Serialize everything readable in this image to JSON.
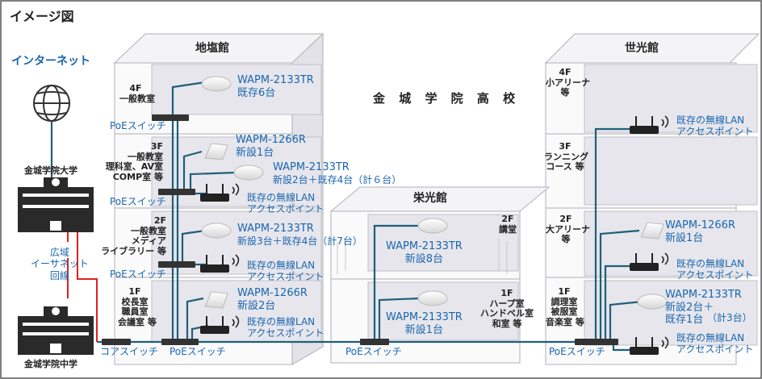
{
  "header": {
    "title": "イメージ図"
  },
  "internet": {
    "label": "インターネット"
  },
  "schools": {
    "university": "金城学院大学",
    "junior": "金城学院中学"
  },
  "wan": {
    "line1": "広域",
    "line2": "イーサネット",
    "line3": "回線"
  },
  "campus_title": "金 城 学 院 高 校",
  "buildings": {
    "chiengan": {
      "name": "地塩館",
      "floors": [
        {
          "id": "4F",
          "lines": [
            "一般教室"
          ]
        },
        {
          "id": "3F",
          "lines": [
            "一般教室",
            "理科室、AV室",
            "COMP室 等"
          ]
        },
        {
          "id": "2F",
          "lines": [
            "一般教室",
            "メディア",
            "ライブラリー 等"
          ]
        },
        {
          "id": "1F",
          "lines": [
            "校長室",
            "職員室",
            "会議室 等"
          ]
        }
      ]
    },
    "eikou": {
      "name": "栄光館",
      "floors": [
        {
          "id": "2F",
          "lines": [
            "講堂"
          ]
        },
        {
          "id": "1F",
          "lines": [
            "ハープ室",
            "ハンドベル室",
            "和室 等"
          ]
        }
      ]
    },
    "seikou": {
      "name": "世光館",
      "floors": [
        {
          "id": "4F",
          "lines": [
            "小アリーナ",
            "等"
          ]
        },
        {
          "id": "3F",
          "lines": [
            "ランニング",
            "コース 等"
          ]
        },
        {
          "id": "2F",
          "lines": [
            "大アリーナ",
            "等"
          ]
        },
        {
          "id": "1F",
          "lines": [
            "調理室",
            "被服室",
            "音楽室 等"
          ]
        }
      ]
    }
  },
  "switches": {
    "poe": "PoEスイッチ",
    "core": "コアスイッチ"
  },
  "devices": {
    "c4_ap": {
      "model": "WAPM-2133TR",
      "note": "既存6台"
    },
    "c3_ap1": {
      "model": "WAPM-1266R",
      "note": "新設1台"
    },
    "c3_ap2": {
      "model": "WAPM-2133TR",
      "note": "新設2台＋既存4台（計６台）"
    },
    "c2_ap": {
      "model": "WAPM-2133TR",
      "note": "新設3台＋既存4台（計7台）"
    },
    "c1_ap": {
      "model": "WAPM-1266R",
      "note": "新設2台"
    },
    "e2_ap": {
      "model": "WAPM-2133TR",
      "note": "新設8台"
    },
    "e1_ap": {
      "model": "WAPM-2133TR",
      "note": "新設1台"
    },
    "s2_ap": {
      "model": "WAPM-1266R",
      "note": "新設1台"
    },
    "s1_ap": {
      "model": "WAPM-2133TR",
      "note1": "新設2台＋",
      "note2": "既存1台",
      "note3": "（計3台）"
    }
  },
  "existing_ap": {
    "line1": "既存の無線LAN",
    "line2": "アクセスポイント"
  },
  "colors": {
    "cable": "#1f5f7a",
    "wan": "#e02020",
    "text_blue": "#1a66b0",
    "box_fill": "#e8e8ec",
    "box_edge": "#b8b8c0"
  }
}
